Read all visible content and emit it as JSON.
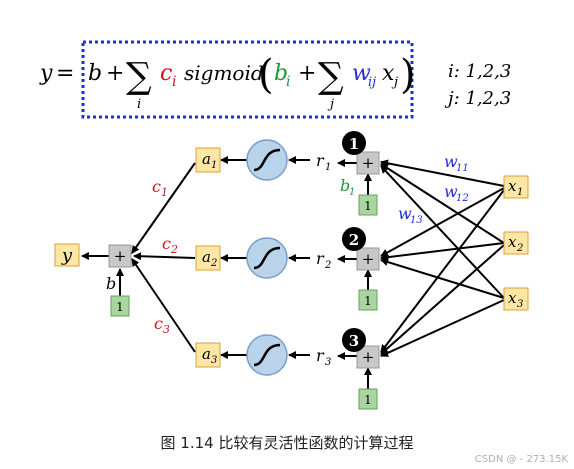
{
  "formula": {
    "y": "y",
    "equals": "=",
    "b": "b",
    "plus": "+",
    "sum_index_outer": "i",
    "c_i": "c",
    "c_sub": "i",
    "sigmoid": "sigmoid",
    "b_i": "b",
    "b_sub": "i",
    "sum_index_inner": "j",
    "w": "w",
    "w_sub": "ij",
    "x": "x",
    "x_sub": "j",
    "i_range": "i: 1,2,3",
    "j_range": "j: 1,2,3"
  },
  "colors": {
    "box_border": "#1f2fd0",
    "accent_red": "#d0101c",
    "accent_green": "#1a9a3a",
    "accent_blue": "#1f2fd0",
    "var_fill": "#fde7a6",
    "var_border": "#e0a030",
    "one_fill": "#a8d5a0",
    "one_border": "#6aa060",
    "plus_fill": "#c8c8c8",
    "sigmoid_fill": "#b9d3ea",
    "sigmoid_border": "#7aa0c8"
  },
  "nodes": {
    "y": "y",
    "plus": "+",
    "one": "1",
    "b": "b",
    "a": [
      "a1",
      "a2",
      "a3"
    ],
    "a_sym": "a",
    "a_subs": [
      "1",
      "2",
      "3"
    ],
    "c_sym": "c",
    "c_subs": [
      "1",
      "2",
      "3"
    ],
    "r_sym": "r",
    "r_subs": [
      "1",
      "2",
      "3"
    ],
    "x_sym": "x",
    "x_subs": [
      "1",
      "2",
      "3"
    ],
    "b1_sym": "b",
    "b1_sub": "1",
    "badges": [
      "1",
      "2",
      "3"
    ],
    "w_sym": "w",
    "w_subs": [
      "11",
      "12",
      "13"
    ]
  },
  "caption": "图 1.14    比较有灵活性函数的计算过程",
  "watermark": "CSDN @ - 273.15K"
}
